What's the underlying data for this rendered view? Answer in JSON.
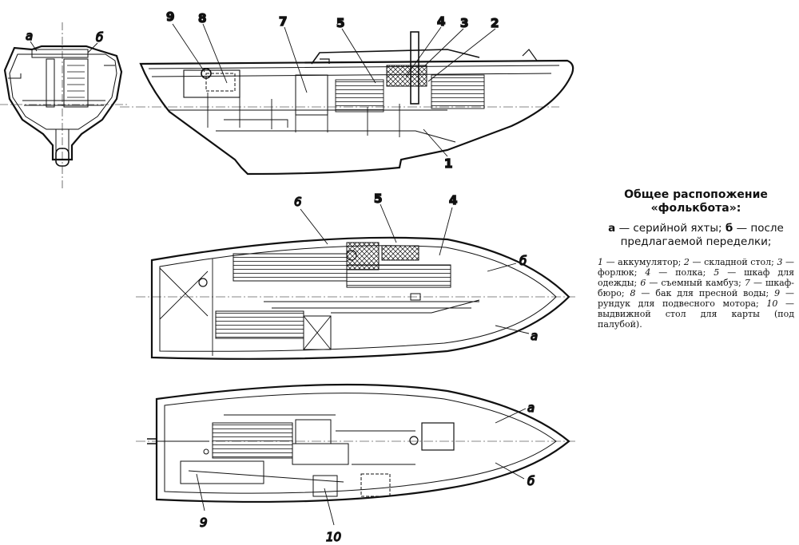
{
  "caption": {
    "title_line1": "Общее распопожение",
    "title_line2": "«фолькбота»:",
    "sub_a_letter": "а",
    "sub_a_text": "— серийной яхты;",
    "sub_b_letter": "б",
    "sub_b_text": "— после",
    "sub_line2": "предлагаемой переделки;",
    "legend": [
      {
        "n": "1",
        "t": "— аккумулятор;"
      },
      {
        "n": "2",
        "t": "— складной стол;"
      },
      {
        "n": "3",
        "t": "— форлюк;"
      },
      {
        "n": "4",
        "t": "— полка;"
      },
      {
        "n": "5",
        "t": "— шкаф для одежды;"
      },
      {
        "n": "6",
        "t": "— съемный камбуз;"
      },
      {
        "n": "7",
        "t": "— шкаф-бюро;"
      },
      {
        "n": "8",
        "t": "— бак для пресной воды;"
      },
      {
        "n": "9",
        "t": "— рундук для подвесного мотора;"
      },
      {
        "n": "10",
        "t": "— выдвижной стол для карты (под палубой)."
      }
    ]
  },
  "labels": {
    "a": "а",
    "b": "б",
    "n1": "1",
    "n2": "2",
    "n3": "3",
    "n4": "4",
    "n5": "5",
    "n6": "6",
    "n7": "7",
    "n8": "8",
    "n9": "9",
    "n10": "10"
  },
  "colors": {
    "ink": "#111111",
    "paper": "#ffffff"
  }
}
